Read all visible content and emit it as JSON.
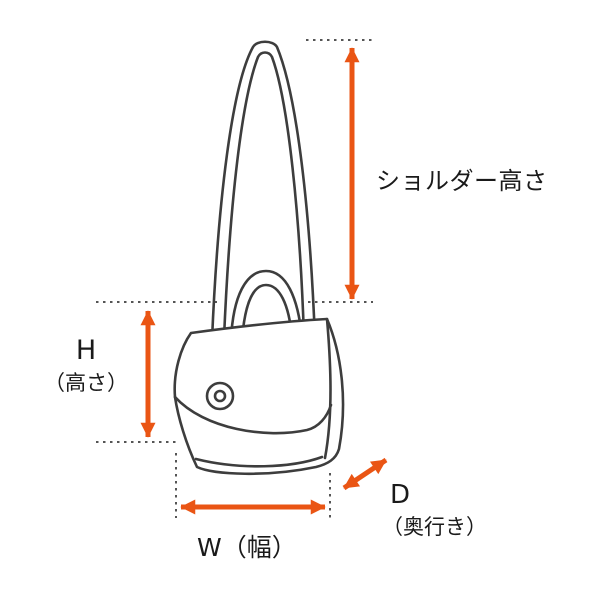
{
  "labels": {
    "shoulder_height": "ショルダー高さ",
    "height": {
      "letter": "H",
      "paren": "（高さ）"
    },
    "width": "W（幅）",
    "depth": {
      "letter": "D",
      "paren": "（奥行き）"
    }
  },
  "colors": {
    "arrow": "#ea5514",
    "line": "#3d3d3d",
    "guide": "#555555",
    "background": "#ffffff"
  },
  "icons": {
    "shoulder_height_arrow": "double-headed-vertical-arrow",
    "height_arrow": "double-headed-vertical-arrow",
    "width_arrow": "double-headed-horizontal-arrow",
    "depth_arrow": "double-headed-diagonal-arrow",
    "illustration": "shoulder-bag-line-art"
  }
}
